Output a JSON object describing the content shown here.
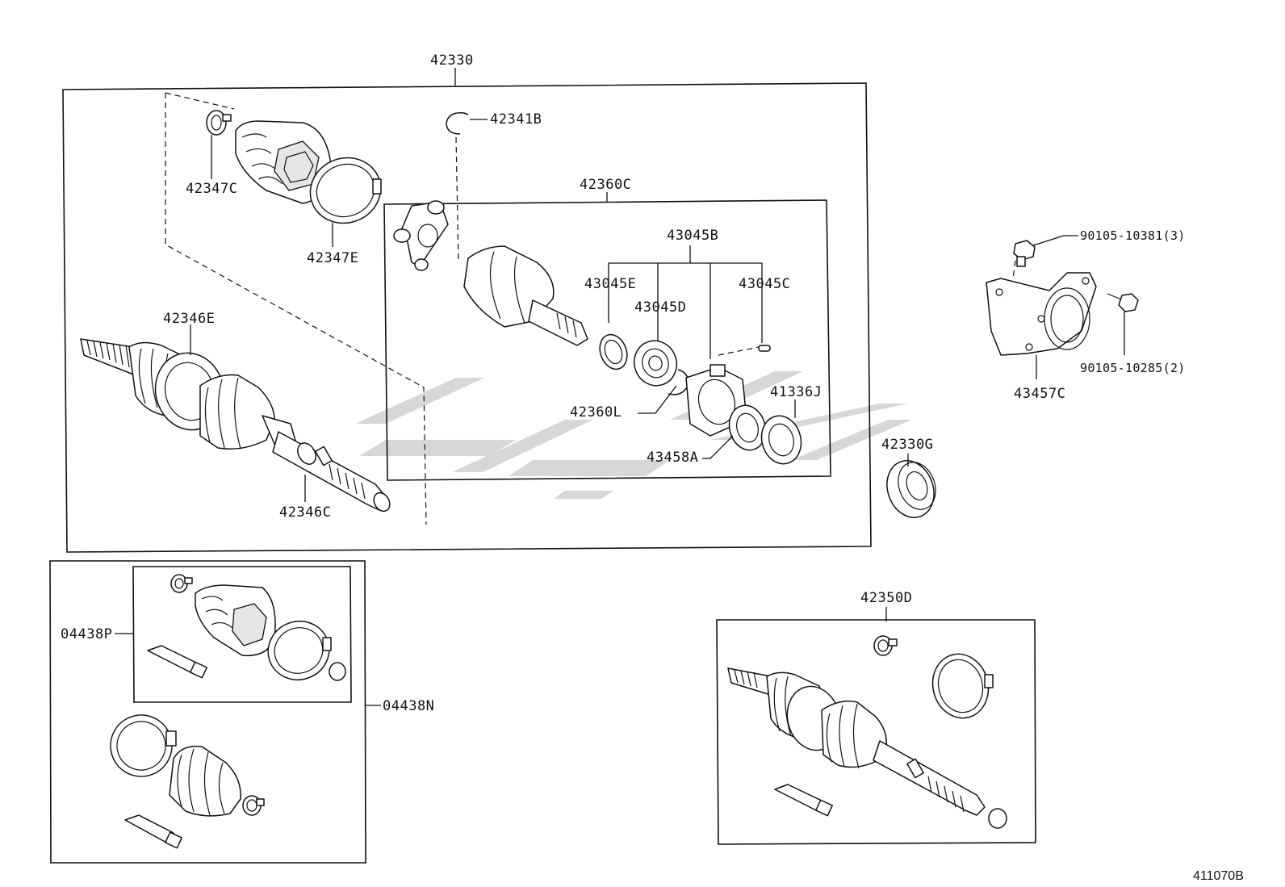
{
  "labels": {
    "assembly_main": "42330",
    "snap_ring": "42341B",
    "boot_clamp_small": "42347C",
    "boot_clamp_large": "42347E",
    "inboard_joint_kit": "42360C",
    "joint_set": "43045B",
    "joint_part_e": "43045E",
    "joint_part_d": "43045D",
    "joint_part_c": "43045C",
    "outboard_boot_shaft": "42346E",
    "shaft_assembly": "42346C",
    "circlip": "42360L",
    "bearing_seal": "41336J",
    "bearing_bracket_ring": "43458A",
    "bolt_upper": "90105-10381(3)",
    "bolt_lower": "90105-10285(2)",
    "bearing_bracket": "43457C",
    "oil_seal": "42330G",
    "boot_kit_inner": "04438P",
    "boot_kit_outer": "04438N",
    "shaft_assembly_alt": "42350D",
    "diagram_ref": "411070B"
  }
}
